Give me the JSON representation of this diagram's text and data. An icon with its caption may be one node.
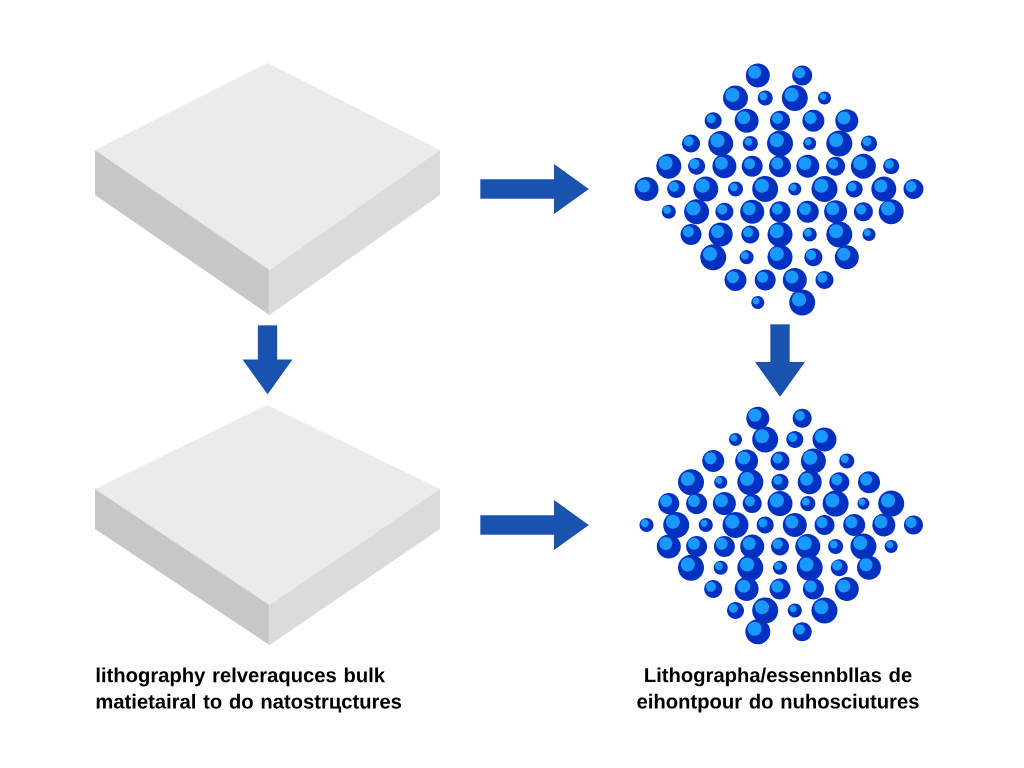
{
  "diagram": {
    "nodes": [
      {
        "text": [],
        "shape": "picture"
      },
      {
        "text": [],
        "shape": "picture"
      },
      {
        "text": [],
        "shape": "picture"
      },
      {
        "text": [],
        "shape": "picture"
      }
    ],
    "edges": [
      {
        "from": 0,
        "to": 1,
        "arrow": "to"
      },
      {
        "from": 0,
        "to": 2,
        "arrow": "to"
      },
      {
        "from": 1,
        "to": 3,
        "arrow": "to"
      },
      {
        "from": 2,
        "to": 3,
        "arrow": "to"
      }
    ],
    "labels": [
      "lithography relveraquces bulk matietairal to do natostrцctures",
      "Lithographa/essennbllas de eihontpour do nuhosciutures"
    ]
  }
}
